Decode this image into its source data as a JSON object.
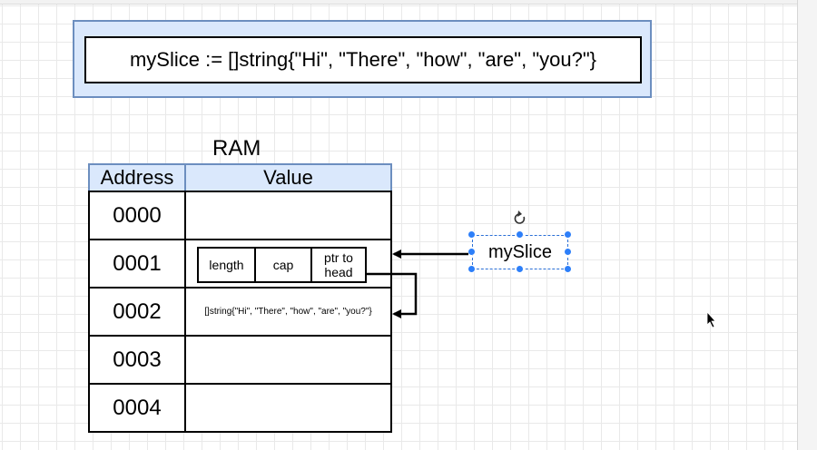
{
  "code": {
    "text": "mySlice := []string{\"Hi\", \"There\", \"how\", \"are\", \"you?\"}"
  },
  "ram": {
    "title": "RAM",
    "headers": {
      "address": "Address",
      "value": "Value"
    },
    "rows": [
      {
        "address": "0000",
        "value": ""
      },
      {
        "address": "0001",
        "value": ""
      },
      {
        "address": "0002",
        "value": "[]string{\"Hi\", \"There\", \"how\", \"are\", \"you?\"}"
      },
      {
        "address": "0003",
        "value": ""
      },
      {
        "address": "0004",
        "value": ""
      }
    ]
  },
  "slice_struct": {
    "length": "length",
    "cap": "cap",
    "ptr_line1": "ptr to",
    "ptr_line2": "head"
  },
  "variable": {
    "label": "mySlice"
  },
  "colors": {
    "fill": "#dae8fc",
    "stroke": "#6c8ebf",
    "selection": "#2d7ff9"
  },
  "icons": {
    "rotate": "rotate-icon",
    "cursor": "mouse-cursor-icon"
  }
}
